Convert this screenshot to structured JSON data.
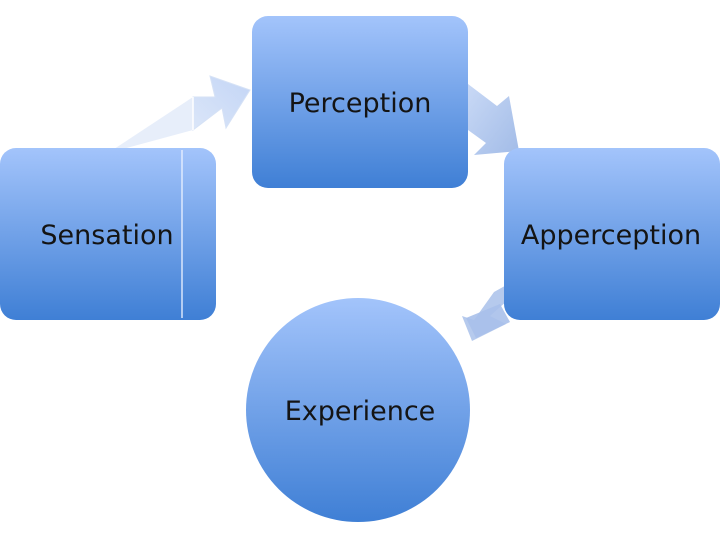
{
  "diagram": {
    "type": "cycle",
    "nodes": {
      "perception": {
        "label": "Perception"
      },
      "sensation": {
        "label": "Sensation"
      },
      "apperception": {
        "label": "Apperception"
      },
      "experience": {
        "label": "Experience"
      }
    },
    "edges": [
      {
        "from": "Sensation",
        "to": "Perception"
      },
      {
        "from": "Perception",
        "to": "Apperception"
      },
      {
        "from": "Apperception",
        "to": "Experience"
      }
    ],
    "colors": {
      "node_top": "#a3c4fb",
      "node_bottom": "#3f7fd5",
      "arrow": "#b3c9ef",
      "text": "#141414"
    }
  }
}
